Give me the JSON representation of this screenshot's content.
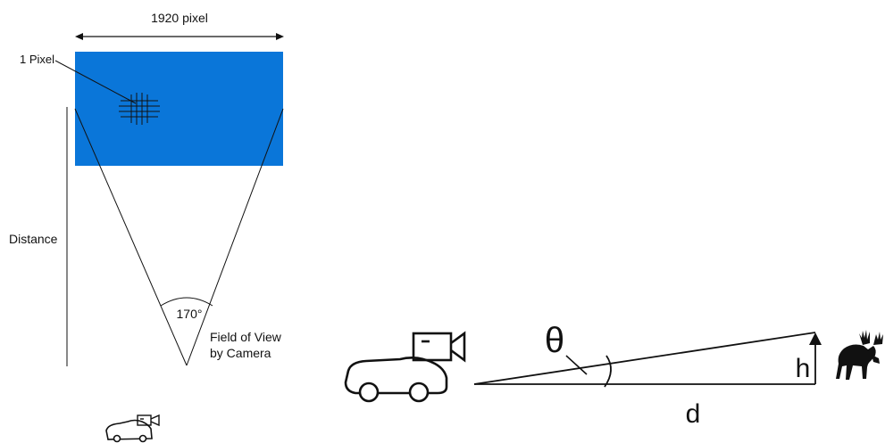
{
  "resolution": {
    "width_label": "1920 pixel",
    "pixel_label": "1 Pixel"
  },
  "field_of_view": {
    "distance_label": "Distance",
    "angle_label": "170°",
    "caption_line1": "Field of View",
    "caption_line2": "by Camera"
  },
  "triangle": {
    "angle_symbol": "θ",
    "height_label": "h",
    "distance_label": "d"
  },
  "colors": {
    "sensor_fill": "#0a76d9",
    "line": "#111111"
  },
  "icons": [
    "car-icon",
    "camera-icon",
    "moose-icon",
    "arrow-up-icon"
  ]
}
